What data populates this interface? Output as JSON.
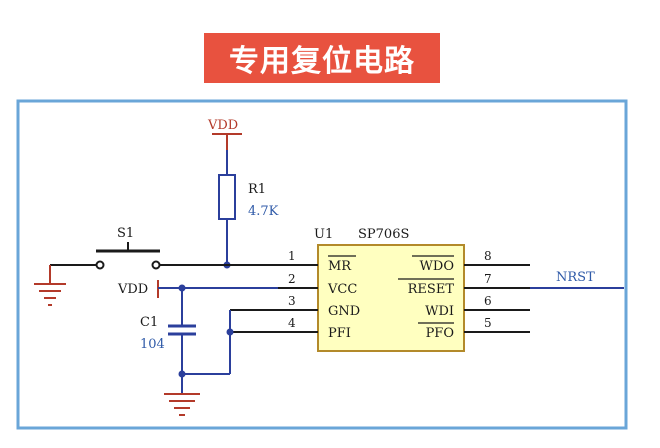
{
  "title": "专用复位电路",
  "components": {
    "vdd_top": "VDD",
    "vdd_left": "VDD",
    "r1_ref": "R1",
    "r1_value": "4.7K",
    "s1_ref": "S1",
    "c1_ref": "C1",
    "c1_value": "104",
    "u1_ref": "U1",
    "u1_part": "SP706S"
  },
  "pins_left": [
    {
      "num": "1",
      "name": "MR"
    },
    {
      "num": "2",
      "name": "VCC"
    },
    {
      "num": "3",
      "name": "GND"
    },
    {
      "num": "4",
      "name": "PFI"
    }
  ],
  "pins_right": [
    {
      "num": "8",
      "name": "WDO"
    },
    {
      "num": "7",
      "name": "RESET"
    },
    {
      "num": "6",
      "name": "WDI"
    },
    {
      "num": "5",
      "name": "PFO"
    }
  ],
  "net_label": "NRST",
  "colors": {
    "title_bg": "#e8523f",
    "frame": "#6aa6d8",
    "wire_blue": "#2b3f9c",
    "wire_dark": "#1a1a1a",
    "power_red": "#b33a2a",
    "ic_fill": "#ffffc0",
    "ic_border": "#b38a2a"
  }
}
